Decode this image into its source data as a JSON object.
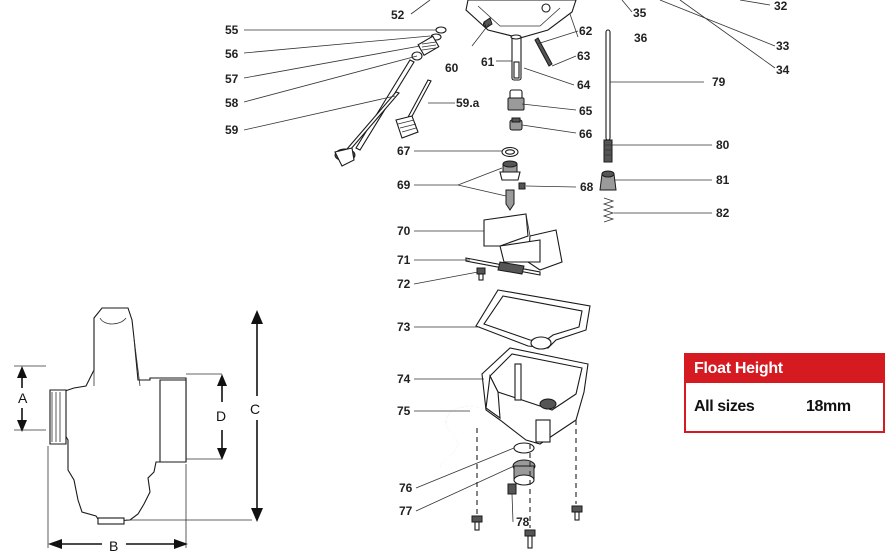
{
  "callouts": {
    "c32": "32",
    "c33": "33",
    "c34": "34",
    "c35": "35",
    "c36": "36",
    "c52": "52",
    "c55": "55",
    "c56": "56",
    "c57": "57",
    "c58": "58",
    "c59": "59",
    "c59a": "59.a",
    "c60": "60",
    "c61": "61",
    "c62": "62",
    "c63": "63",
    "c64": "64",
    "c65": "65",
    "c66": "66",
    "c67": "67",
    "c68": "68",
    "c69": "69",
    "c70": "70",
    "c71": "71",
    "c72": "72",
    "c73": "73",
    "c74": "74",
    "c75": "75",
    "c76": "76",
    "c77": "77",
    "c78": "78",
    "c79": "79",
    "c80": "80",
    "c81": "81",
    "c82": "82"
  },
  "dimensions": {
    "a": "A",
    "b": "B",
    "c": "C",
    "d": "D"
  },
  "float_table": {
    "title": "Float Height",
    "row_label": "All sizes",
    "row_value": "18mm"
  },
  "colors": {
    "accent": "#d61a22"
  }
}
